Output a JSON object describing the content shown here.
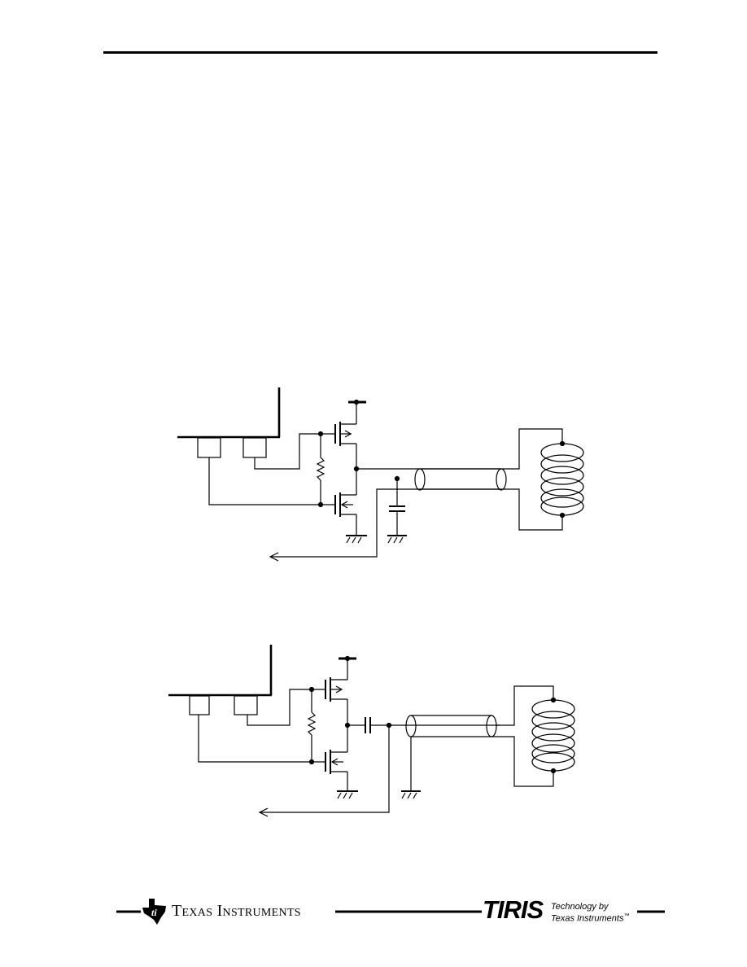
{
  "footer": {
    "ti_brand": "Texas Instruments",
    "tiris_brand": "TIRIS",
    "tiris_tagline_1": "Technology by",
    "tiris_tagline_2": "Texas Instruments",
    "tiris_tagline_mark": "™"
  },
  "icons": {
    "ti_logo": "texas-state-outline-logo",
    "ground": "ground-symbol",
    "antenna_coil": "coil-antenna",
    "coax_cable": "coaxial-cable"
  }
}
